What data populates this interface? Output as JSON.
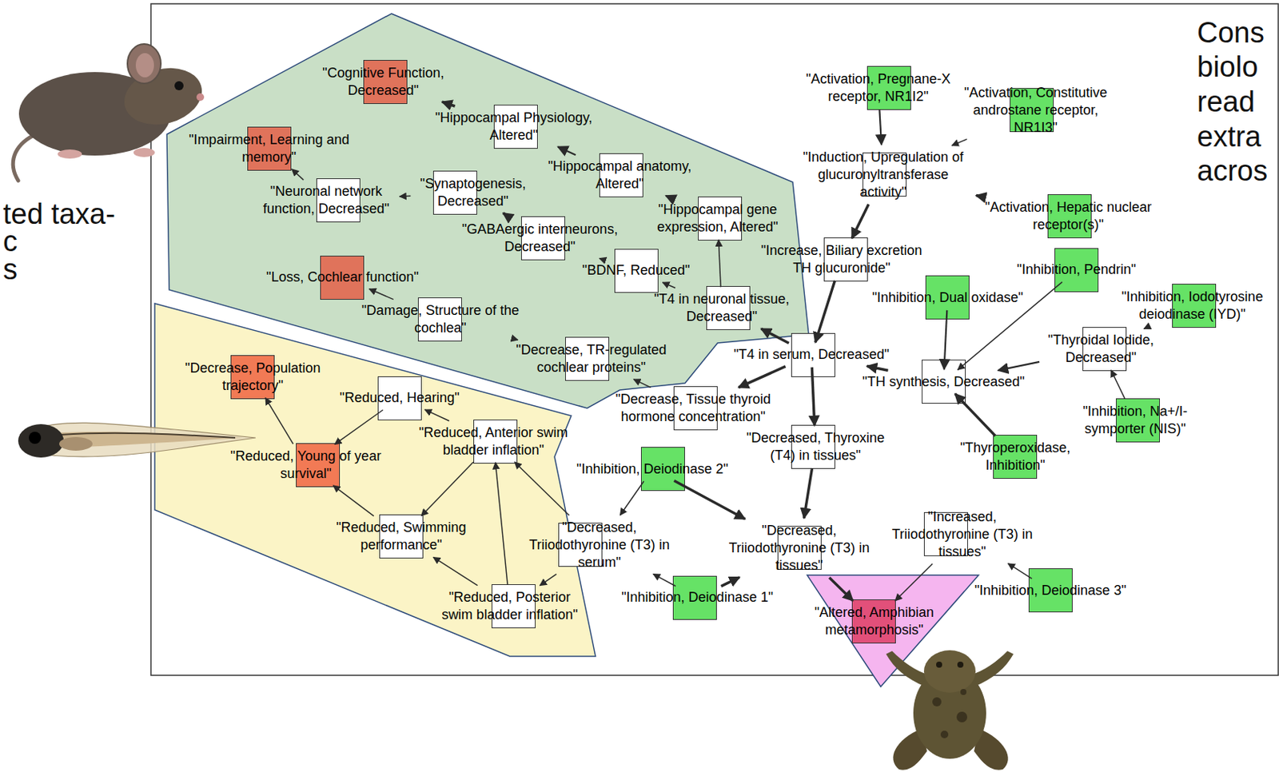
{
  "diagram": {
    "nodes": [
      {
        "text": [
          "\"Cognitive Function, Decreased\""
        ]
      },
      {
        "text": [
          "\"Activation, Pregnane-X receptor, NR1I2\""
        ]
      },
      {
        "text": [
          "\"Activation, Constitutive androstane receptor, NR1I3\""
        ]
      },
      {
        "text": [
          "\"Hippocampal Physiology, Altered\""
        ]
      },
      {
        "text": [
          "\"Impairment, Learning and memory\""
        ]
      },
      {
        "text": [
          "\"Hippocampal anatomy, Altered\""
        ]
      },
      {
        "text": [
          "\"Induction, Upregulation of glucuronyltransferase activity\""
        ]
      },
      {
        "text": [
          "\"Synaptogenesis, Decreased\""
        ]
      },
      {
        "text": [
          "\"Neuronal network function, Decreased\""
        ]
      },
      {
        "text": [
          "\"Hippocampal gene expression, Altered\""
        ]
      },
      {
        "text": [
          "\"Activation, Hepatic nuclear receptor(s)\""
        ]
      },
      {
        "text": [
          "\"GABAergic interneurons, Decreased\""
        ]
      },
      {
        "text": [
          "\"Increase, Biliary excretion TH glucuronide\""
        ]
      },
      {
        "text": [
          "\"BDNF, Reduced\""
        ]
      },
      {
        "text": [
          "\"Inhibition, Pendrin\""
        ]
      },
      {
        "text": [
          "\"Loss, Cochlear function\""
        ]
      },
      {
        "text": [
          "\"Inhibition, Dual oxidase\""
        ]
      },
      {
        "text": [
          "\"Inhibition, Iodotyrosine deiodinase (IYD)\""
        ]
      },
      {
        "text": [
          "\"T4 in neuronal tissue, Decreased\""
        ]
      },
      {
        "text": [
          "\"Damage, Structure of the cochlea\""
        ]
      },
      {
        "text": [
          "\"Decrease, TR-regulated cochlear proteins\""
        ]
      },
      {
        "text": [
          "\"Thyroidal Iodide, Decreased\""
        ]
      },
      {
        "text": [
          "\"T4 in serum, Decreased\""
        ]
      },
      {
        "text": [
          "\"TH synthesis, Decreased\""
        ]
      },
      {
        "text": [
          "\"Decrease, Population trajectory\""
        ]
      },
      {
        "text": [
          "\"Decrease, Tissue thyroid hormone concentration\""
        ]
      },
      {
        "text": [
          "\"Reduced, Hearing\""
        ]
      },
      {
        "text": [
          "\"Inhibition, Na+/I- symporter (NIS)\""
        ]
      },
      {
        "text": [
          "\"Reduced, Anterior swim bladder inflation\""
        ]
      },
      {
        "text": [
          "\"Decreased, Thyroxine (T4) in tissues\""
        ]
      },
      {
        "text": [
          "\"Thyroperoxidase, Inhibition\""
        ]
      },
      {
        "text": [
          "\"Inhibition, Deiodinase 2\""
        ]
      },
      {
        "text": [
          "\"Reduced, Young of year survival\""
        ]
      },
      {
        "text": [
          "\"Increased, Triiodothyronine (T3) in tissues\""
        ]
      },
      {
        "text": [
          "\"Reduced, Swimming performance\""
        ]
      },
      {
        "text": [
          "\"Decreased, Triiodothyronine (T3) in serum\""
        ]
      },
      {
        "text": [
          "\"Decreased, Triiodothyronine (T3) in tissues\""
        ]
      },
      {
        "text": [
          "\"Inhibition, Deiodinase 3\""
        ]
      },
      {
        "text": [
          "\"Inhibition, Deiodinase 1\""
        ]
      },
      {
        "text": [
          "\"Reduced, Posterior swim bladder inflation\""
        ]
      },
      {
        "text": [
          "\"Altered, Amphibian metamorphosis\""
        ]
      }
    ],
    "edges": [
      {
        "from": 1,
        "to": 6,
        "arrow": "to"
      },
      {
        "from": 2,
        "to": 6,
        "arrow": "to"
      },
      {
        "from": 10,
        "to": 6,
        "arrow": "to"
      },
      {
        "from": 6,
        "to": 12,
        "arrow": "to"
      },
      {
        "from": 12,
        "to": 22,
        "arrow": "to"
      },
      {
        "from": 16,
        "to": 23,
        "arrow": "to"
      },
      {
        "from": 14,
        "to": 23,
        "arrow": "to"
      },
      {
        "from": 17,
        "to": 21,
        "arrow": "to"
      },
      {
        "from": 27,
        "to": 21,
        "arrow": "to"
      },
      {
        "from": 21,
        "to": 23,
        "arrow": "to"
      },
      {
        "from": 30,
        "to": 23,
        "arrow": "to"
      },
      {
        "from": 23,
        "to": 22,
        "arrow": "to"
      },
      {
        "from": 22,
        "to": 18,
        "arrow": "to"
      },
      {
        "from": 22,
        "to": 25,
        "arrow": "to"
      },
      {
        "from": 22,
        "to": 29,
        "arrow": "to"
      },
      {
        "from": 29,
        "to": 36,
        "arrow": "to"
      },
      {
        "from": 31,
        "to": 35,
        "arrow": "to"
      },
      {
        "from": 31,
        "to": 36,
        "arrow": "to"
      },
      {
        "from": 38,
        "to": 35,
        "arrow": "to"
      },
      {
        "from": 38,
        "to": 36,
        "arrow": "to"
      },
      {
        "from": 36,
        "to": 40,
        "arrow": "to"
      },
      {
        "from": 33,
        "to": 40,
        "arrow": "to"
      },
      {
        "from": 37,
        "to": 33,
        "arrow": "to"
      },
      {
        "from": 35,
        "to": 28,
        "arrow": "to"
      },
      {
        "from": 35,
        "to": 39,
        "arrow": "to"
      },
      {
        "from": 39,
        "to": 28,
        "arrow": "to"
      },
      {
        "from": 39,
        "to": 34,
        "arrow": "to"
      },
      {
        "from": 28,
        "to": 34,
        "arrow": "to"
      },
      {
        "from": 28,
        "to": 26,
        "arrow": "to"
      },
      {
        "from": 26,
        "to": 32,
        "arrow": "to"
      },
      {
        "from": 34,
        "to": 32,
        "arrow": "to"
      },
      {
        "from": 32,
        "to": 24,
        "arrow": "to"
      },
      {
        "from": 18,
        "to": 9,
        "arrow": "to"
      },
      {
        "from": 18,
        "to": 13,
        "arrow": "to"
      },
      {
        "from": 9,
        "to": 5,
        "arrow": "to"
      },
      {
        "from": 5,
        "to": 3,
        "arrow": "to"
      },
      {
        "from": 3,
        "to": 0,
        "arrow": "to"
      },
      {
        "from": 13,
        "to": 11,
        "arrow": "to"
      },
      {
        "from": 11,
        "to": 7,
        "arrow": "to"
      },
      {
        "from": 7,
        "to": 8,
        "arrow": "to"
      },
      {
        "from": 8,
        "to": 4,
        "arrow": "to"
      },
      {
        "from": 25,
        "to": 20,
        "arrow": "to"
      },
      {
        "from": 20,
        "to": 19,
        "arrow": "to"
      },
      {
        "from": 19,
        "to": 15,
        "arrow": "to"
      }
    ],
    "labels": [
      "ted taxa-",
      "c",
      "s",
      "Cons",
      "biolo",
      "read",
      "extra",
      "acros"
    ]
  }
}
